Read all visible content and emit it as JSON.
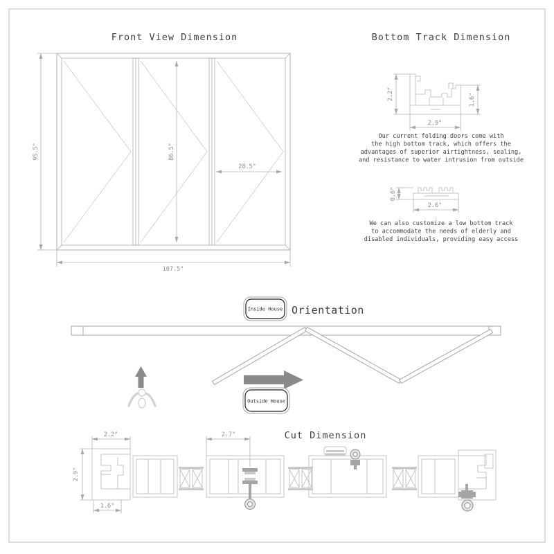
{
  "front_view": {
    "title": "Front View Dimension",
    "dim_height": "95.5\"",
    "dim_panel_height": "86.5\"",
    "dim_panel_width": "28.5\"",
    "dim_width": "107.5\""
  },
  "bottom_track": {
    "title": "Bottom Track Dimension",
    "high_track": {
      "dim_height": "2.2\"",
      "dim_inner_height": "1.6\"",
      "dim_width": "2.9\"",
      "desc": [
        "Our current folding doors come with",
        "the high bottom track, which offers the",
        "advantages of superior airtightness, sealing,",
        "and resistance to water intrusion from outside"
      ]
    },
    "low_track": {
      "dim_height": "0.6\"",
      "dim_width": "2.6\"",
      "desc": [
        "We can also customize a low bottom track",
        "to accommodate the needs of elderly and",
        "disabled individuals, providing easy access"
      ]
    }
  },
  "orientation": {
    "title": "Orientation",
    "inside_label": "Inside House",
    "outside_label": "Outside House"
  },
  "cut": {
    "title": "Cut Dimension",
    "dim_frame_width": "2.2\"",
    "dim_frame_depth": "2.9\"",
    "dim_frame_bottom": "1.6\"",
    "dim_panel": "2.7\""
  }
}
